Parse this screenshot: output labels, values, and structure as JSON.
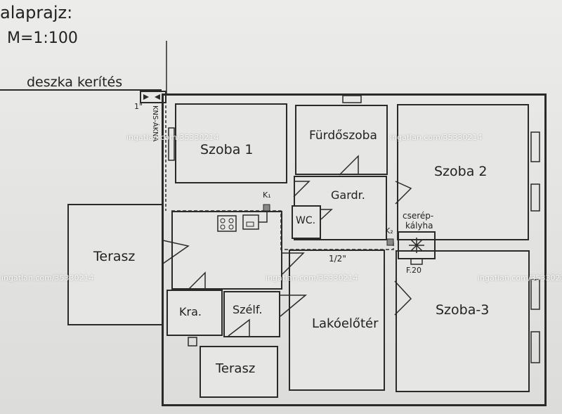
{
  "header": {
    "title": "alaprajz:",
    "scale": "M=1:100"
  },
  "fence_label": "deszka kerítés",
  "pipe_labels": {
    "one_inch": "1\"",
    "half_inch": "1/2\"",
    "k1": "K₁",
    "k2": "K₂",
    "kns": "KNS-ÁKNA"
  },
  "rooms": {
    "szoba1": "Szoba 1",
    "furdoszoba": "Fürdőszoba",
    "szoba2": "Szoba 2",
    "gardr": "Gardr.",
    "wc": "WC.",
    "terasz_left": "Terasz",
    "kra": "Kra.",
    "szelf": "Szélf.",
    "lakoeloter": "Lakóelőtér",
    "szoba3": "Szoba-3",
    "terasz_bottom": "Terasz"
  },
  "stove": {
    "label_line1": "cserép-",
    "label_line2": "kályha",
    "code": "F.20"
  },
  "watermark": "ingatlan.com/35330214"
}
